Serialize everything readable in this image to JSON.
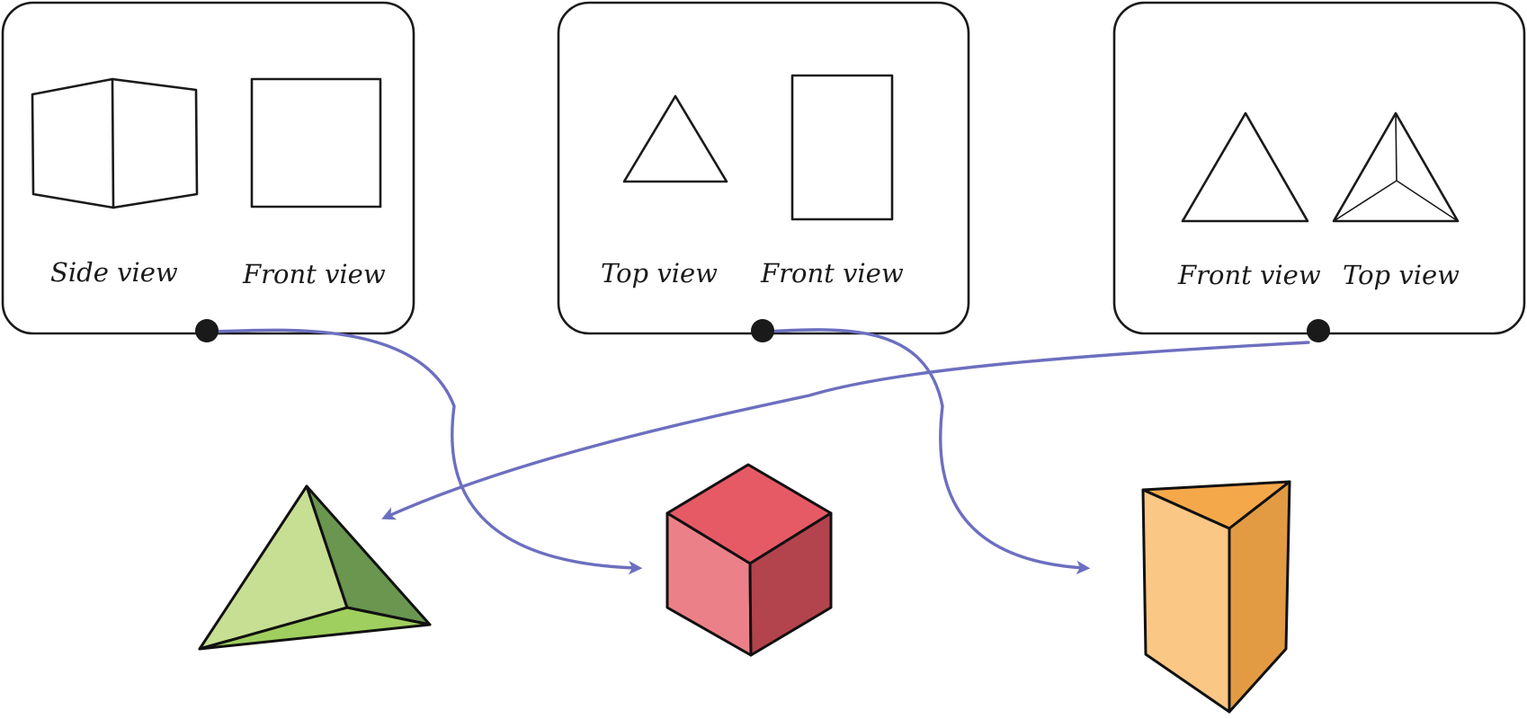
{
  "colors": {
    "arrow": "#6c6fbf",
    "tetrahedron_light": "#c7df93",
    "tetrahedron_dark": "#6a9650",
    "tetrahedron_base": "#9fcf5e",
    "cube_front": "#ec8088",
    "cube_top": "#e65a66",
    "cube_side": "#b3434c",
    "prism_front": "#fbc785",
    "prism_top": "#f5a84a",
    "prism_side": "#e29b42"
  },
  "cards": [
    {
      "id": "card-1",
      "labels": [
        "Side view",
        "Front view"
      ]
    },
    {
      "id": "card-2",
      "labels": [
        "Top view",
        "Front view"
      ]
    },
    {
      "id": "card-3",
      "labels": [
        "Front view",
        "Top view"
      ]
    }
  ],
  "solids": [
    {
      "id": "tetrahedron",
      "icon": "tetrahedron-icon"
    },
    {
      "id": "cube",
      "icon": "cube-icon"
    },
    {
      "id": "triangular-prism",
      "icon": "triangular-prism-icon"
    }
  ],
  "connections": [
    {
      "from": "card-1",
      "to": "cube"
    },
    {
      "from": "card-2",
      "to": "triangular-prism"
    },
    {
      "from": "card-3",
      "to": "tetrahedron"
    }
  ]
}
